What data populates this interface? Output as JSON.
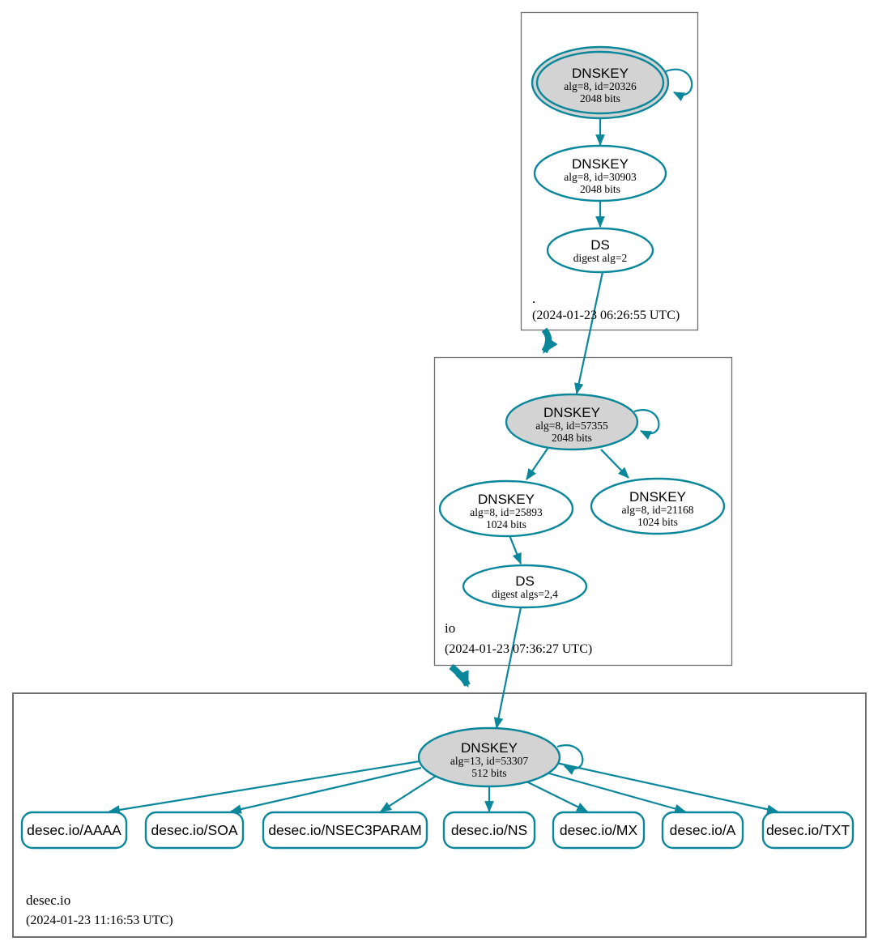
{
  "colors": {
    "secure": "#0a879a",
    "key_fill": "#d3d3d3",
    "zone_border": "#6e6e6e",
    "text": "#000000"
  },
  "zones": [
    {
      "label": ".",
      "timestamp": "(2024-01-23 06:26:55 UTC)",
      "ksk": {
        "title": "DNSKEY",
        "line1": "alg=8, id=20326",
        "line2": "2048 bits"
      },
      "zsk": {
        "title": "DNSKEY",
        "line1": "alg=8, id=30903",
        "line2": "2048 bits"
      },
      "ds": {
        "title": "DS",
        "line1": "digest alg=2"
      }
    },
    {
      "label": "io",
      "timestamp": "(2024-01-23 07:36:27 UTC)",
      "ksk": {
        "title": "DNSKEY",
        "line1": "alg=8, id=57355",
        "line2": "2048 bits"
      },
      "zsk_a": {
        "title": "DNSKEY",
        "line1": "alg=8, id=25893",
        "line2": "1024 bits"
      },
      "zsk_b": {
        "title": "DNSKEY",
        "line1": "alg=8, id=21168",
        "line2": "1024 bits"
      },
      "ds": {
        "title": "DS",
        "line1": "digest algs=2,4"
      }
    },
    {
      "label": "desec.io",
      "timestamp": "(2024-01-23 11:16:53 UTC)",
      "key": {
        "title": "DNSKEY",
        "line1": "alg=13, id=53307",
        "line2": "512 bits"
      },
      "rrsets": [
        {
          "label": "desec.io/AAAA"
        },
        {
          "label": "desec.io/SOA"
        },
        {
          "label": "desec.io/NSEC3PARAM"
        },
        {
          "label": "desec.io/NS"
        },
        {
          "label": "desec.io/MX"
        },
        {
          "label": "desec.io/A"
        },
        {
          "label": "desec.io/TXT"
        }
      ]
    }
  ]
}
